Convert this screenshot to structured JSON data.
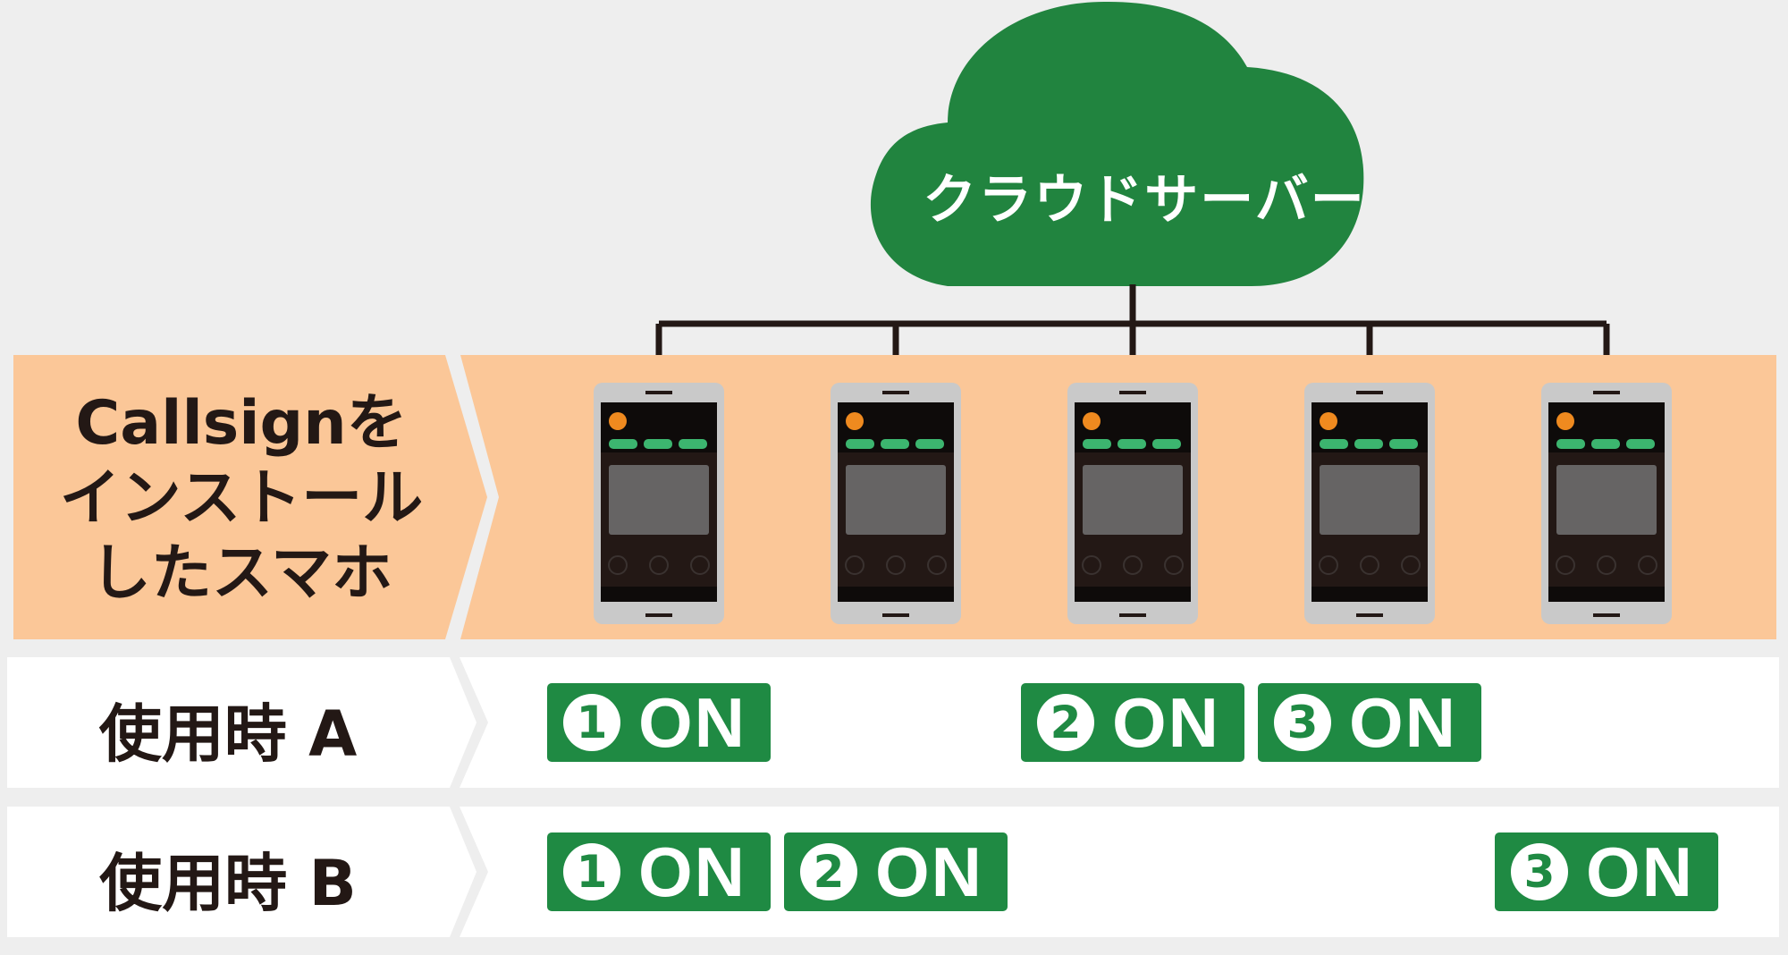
{
  "cloud": {
    "label": "クラウドサーバー"
  },
  "device_row": {
    "label_lines": [
      "Callsignを",
      "インストール",
      "したスマホ"
    ],
    "phone_count": 5
  },
  "usage_rows": [
    {
      "label": "使用時 A",
      "badges": [
        {
          "num": "1",
          "text": "ON",
          "phone": 1
        },
        {
          "num": "2",
          "text": "ON",
          "phone": 3
        },
        {
          "num": "3",
          "text": "ON",
          "phone": 4
        }
      ]
    },
    {
      "label": "使用時 B",
      "badges": [
        {
          "num": "1",
          "text": "ON",
          "phone": 1
        },
        {
          "num": "2",
          "text": "ON",
          "phone": 2
        },
        {
          "num": "3",
          "text": "ON",
          "phone": 5
        }
      ]
    }
  ],
  "colors": {
    "cloud": "#21843f",
    "band": "#fbc798",
    "badge": "#1f8a43",
    "phone_led_orange": "#ef8a1f",
    "phone_led_green": "#3cb56f"
  }
}
